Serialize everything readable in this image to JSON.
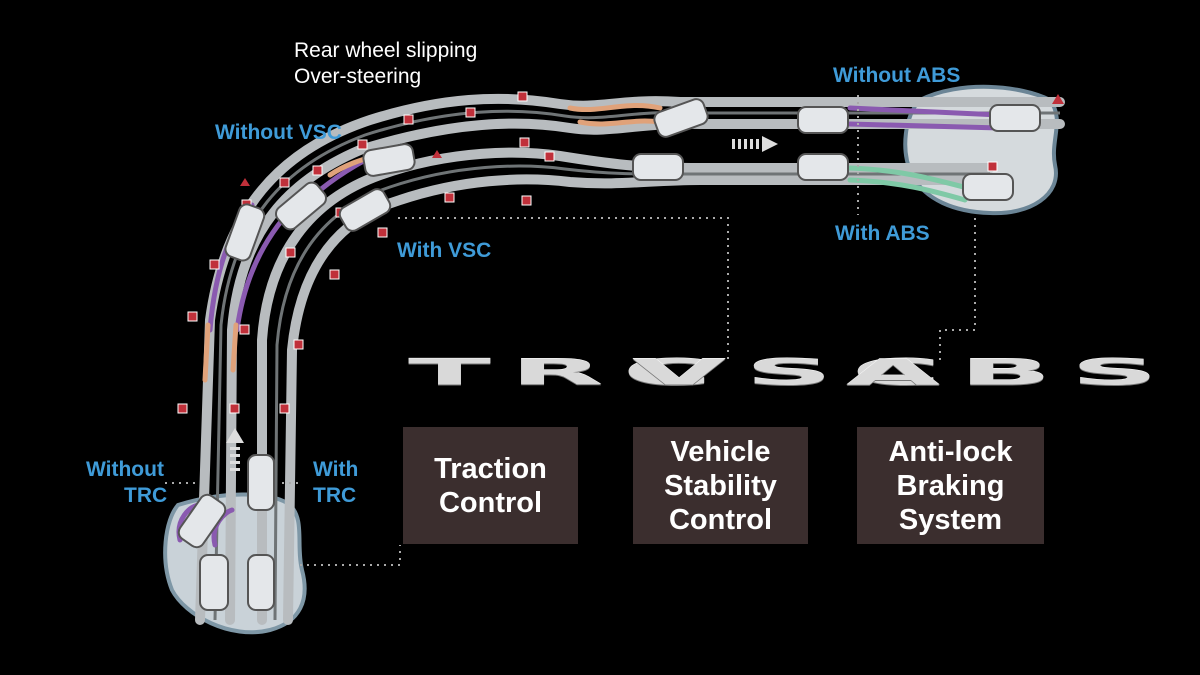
{
  "labels": {
    "rear_wheel_line1": "Rear wheel slipping",
    "rear_wheel_line2": "Over-steering",
    "without_vsc": "Without VSC",
    "with_vsc": "With VSC",
    "without_abs": "Without ABS",
    "with_abs": "With ABS",
    "without_trc_line1": "Without",
    "without_trc_line2": "TRC",
    "with_trc_line1": "With",
    "with_trc_line2": "TRC"
  },
  "abbreviations": {
    "trc": "TRC",
    "vsc": "VSC",
    "abs": "ABS"
  },
  "boxes": {
    "trc": [
      "Traction",
      "Control"
    ],
    "vsc": [
      "Vehicle",
      "Stability",
      "Control"
    ],
    "abs": [
      "Anti-lock",
      "Braking",
      "System"
    ]
  },
  "colors": {
    "background": "#000000",
    "label_blue": "#3f9bd8",
    "box_fill": "#3b2e2e",
    "road": "#b8bcbf",
    "slip_purple": "#8a5ab0",
    "slip_orange": "#e0a27a",
    "abs_green": "#7fc9a6",
    "hazard_red": "#c0303a",
    "ice": "#c9d2d8"
  }
}
